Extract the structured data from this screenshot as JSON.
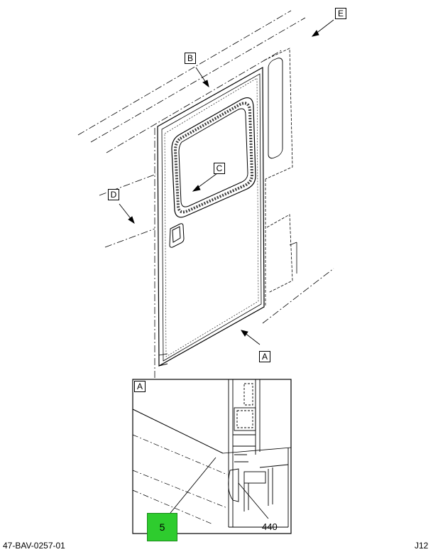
{
  "callouts": {
    "a_main": "A",
    "b": "B",
    "c": "C",
    "d": "D",
    "e": "E",
    "a_detail": "A"
  },
  "detail": {
    "item_number": "5",
    "part_number": "440"
  },
  "footer": {
    "figure_id": "47-BAV-0257-01",
    "sheet_code": "J12"
  },
  "colors": {
    "highlight": "#2ecc2e",
    "line": "#000000"
  }
}
